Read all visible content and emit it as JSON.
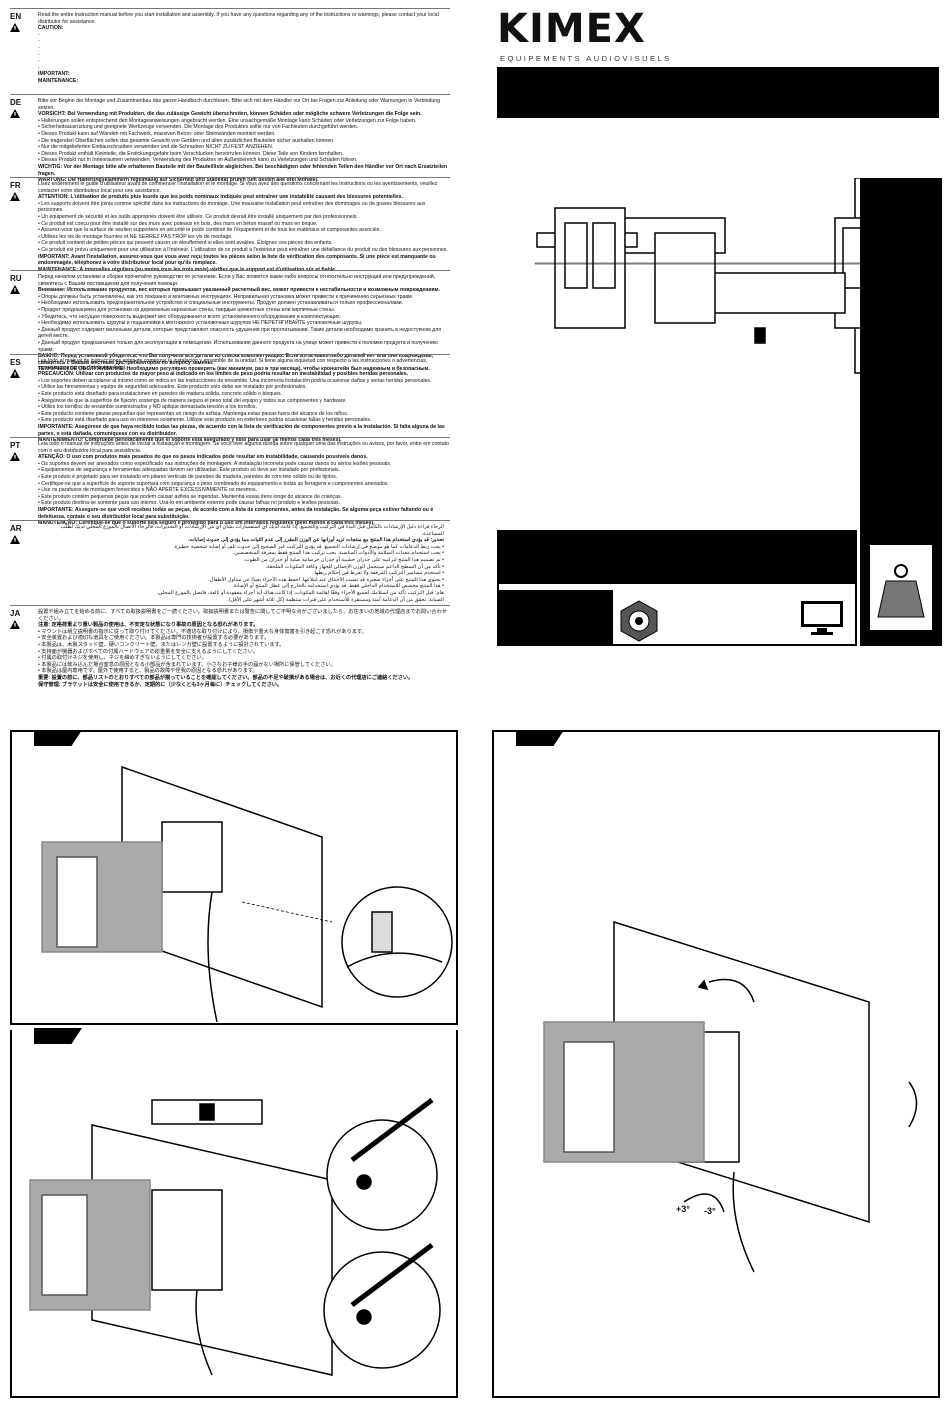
{
  "brand": {
    "name": "KIMEX",
    "tagline": "EQUIPEMENTS AUDIOVISUELS"
  },
  "languages": [
    {
      "code": "EN",
      "lines": [
        "Read the entire instruction manual before you start installation and assembly. If you have any questions regarding any of the instructions or warnings, please contact your local distributor for assistance.",
        "CAUTION:",
        "-",
        "-",
        "-",
        "-",
        "-",
        "-",
        "IMPORTANT:",
        "",
        "MAINTENANCE:"
      ]
    },
    {
      "code": "DE",
      "lines": [
        "Bitte vor Beginn der Montage und Zusammenbau das ganze Handbuch durchlesen. Bitte sich mit dem Händler vor Ort bei Fragen zur Anleitung oder Warnungen in Verbindung setzen.",
        "VORSICHT: Bei Verwendung mit Produkten, die das zulässige Gewicht überschreiten, können Schäden oder mögliche schwere Verletzungen die Folge sein.",
        "• Halterungen sollen entsprechend den Montageanweisungen angebracht werden. Eine unsachgemäße Montage kann Schäden oder Verletzungen zur Folge haben.",
        "• Sicherheitsausrüstung und geeignete Werkzeuge verwenden. Die Montage des Produktes sollte nur von Fachleuten durchgeführt werden.",
        "• Dieses Produkt kann auf Wänden mit Fachwerk, massiven Beton- oder Steinwänden montiert werden.",
        "• Die tragenden Oberflächen sollen das gesamte Gewicht von Geräten und allen zusätzlichen Bauteilen sicher aushalten können.",
        "• Nur die mitgelieferten Einbauschrauben verwenden und die Schrauben NICHT ZU FEST ANZIEHEN.",
        "• Dieses Produkt enthält Kleinteile, die Erstickungsgefahr beim Verschlucken hervorrufen können. Diese Teile von Kindern fernhalten.",
        "• Dieses Produkt nur in Innenräumen verwenden. Verwendung des Produktes im Außenbereich kann zu Verletzungen und Schäden führen.",
        "WICHTIG: Vor der Montage bitte alle erhaltenen Bauteile mit der Bauteilliste abgleichen. Bei beschädigten oder fehlenden Teilen den Händler vor Ort nach Ersatzteilen fragen.",
        "WARTUNG: Die Halterungsklammern regelmäßig auf Sicherheit und Stabilität prüfen (um besten alle drei Monate)."
      ]
    },
    {
      "code": "FR",
      "lines": [
        "Lisez entièrement le guide d'utilisateur avant de commencer l'installation et le montage. Si vous avez des questions concernant les instructions ou les avertissements, veuillez contacter votre distributeur local pour une assistance.",
        "ATTENTION: L'utilisation de produits plus lourds que les poids nominaux indiqués peut entraîner une instabilité causant des blessures potentielles.",
        "• Les supports doivent être joints comme spécifié dans les instructions de montage. Une mauvaise installation peut entraîner des dommages ou de graves blessures aux personnes.",
        "• Un équipement de sécurité et les outils appropriés doivent être utilisés. Ce produit devrait être installé uniquement par des professionnels.",
        "• Ce produit est conçu pour être installé sur des murs avec poteaux en bois, des murs en béton massif ou murs en brique.",
        "• Assurez-vous que la surface de soutien supportera en sécurité le poids combiné de l'équipement et de tous les matériaux et composantes associés.",
        "• Utilisez les vis de montage fournies et NE SERREZ PAS TROP les vis de montage.",
        "• Ce produit contient de petites pièces qui peuvent causer un étouffement si elles sont avalées. Éloignez ces pièces des enfants.",
        "• Ce produit est prévu uniquement pour une utilisation à l'intérieur. L'utilisation de ce produit à l'extérieur peut entraîner une défaillance du produit ou des blessures aux personnes.",
        "IMPORTANT: Avant l'installation, assurez-vous que vous avez reçu toutes les pièces selon la liste de vérification des composants. Si une pièce est manquante ou endommagée, téléphonez à votre distributeur local pour qu'ils remplace.",
        "MAINTENANCE: À intervalles réguliers (au moins tous les trois mois) vérifiez que le support est d'utilisation sûr et fiable."
      ]
    },
    {
      "code": "RU",
      "lines": [
        "Перед началом установки и сборки прочитайте руководство по установке. Если у Вас появятся какие-либо вопросы относительно инструкций или предупреждений, свяжитесь с Вашим поставщиком для получения помощи.",
        "Внимание: Использование продуктов, вес которых превышает указанный расчетный вес, может привести к нестабильности и возможным повреждениям.",
        "• Опоры должны быть установлены, как это показано в монтажных инструкциях. Неправильная установка может привести к причинению серьезных травм.",
        "• Необходимо использовать предохранительное устройство и специальные инструменты. Продукт должен устанавливаться только профессионалами.",
        "• Продукт предназначен для установки на деревянные каркасные стены, твердые цементные стены или кирпичные стены.",
        "• Убедитесь, что несущая поверхность выдержит вес оборудования и всего установленного оборудования и комплектующих.",
        "• Необходимо использовать шурупы и подшипники к монтажного установочных шурупов НЕ ПЕРЕТЯГИВАЙТЕ установочные шурупы.",
        "• Данный продукт содержит маленькие детали, которые представляют опасность удушения при проглатывании. Такие детали необходимо хранить в недоступном для детей месте.",
        "• Данный продукт предназначен только для эксплуатации в помещении. Использование данного продукта на улице может привести к поломке продукта и получению травм.",
        "ВАЖНО: Перед установкой убедитесь, что Вы получили все детали из списка комплектующих. Если из-за каких-либо деталей нет или они повреждены, свяжитесь с Вашим местным дистрибьютором по вопросу замены.",
        "ТЕХНИЧЕСКОЕ ОБСЛУЖИВАНИЕ: Необходимо регулярно проверять (как минимум, раз в три месяца), чтобы кронштейн был надежным и безопасным."
      ]
    },
    {
      "code": "ES",
      "lines": [
        "Lea todo el manual de instrucciones antes de comenzar la instalación y ensamble de la unidad. Si tiene alguna inquietud con respecto a las instrucciones o advertencias, comuníquese con su distribuidor local.",
        "PRECAUCIÓN: Utilizar con productos de mayor peso al indicado en los límites de peso podría resultar en inestabilidad y posibles heridas personales.",
        "• Los soportes deben acoplarse al mismo como se indica en las instrucciones de ensamble. Una incorrecta instalación podría ocasionar daños y serias heridas personales.",
        "• Utilice las herramientas y equipo de seguridad adecuados. Este producto solo debe ser instalado por profesionales.",
        "• Este producto está diseñado para instalaciones en paredes de madera sólida, concreto sólido o bloques.",
        "• Asegúrese de que la superficie de fijación sostenga de manera segura el peso total del equipo y todos sus componentes y hardware.",
        "• Utilice los tornillos de ensamble suministrados y NO aplique demasiada tensión a los tornillos.",
        "• Este producto contiene piezas pequeñas que representan un riesgo de asfixia. Mantenga estas piezas fuera del alcance de los niños.",
        "• Este producto está diseñado para uso en interiores solamente. Utilizar este producto en exteriores podría ocasionar fallas y heridas personales.",
        "IMPORTANTE: Asegúrese de que haya recibido todas las piezas, de acuerdo con la lista de verificación de componentes previo a la instalación. Si falta alguna de las partes, o está dañada, comuníquese con su distribuidor.",
        "MANTENIMIENTO: Compruebe periódicamente que el soporte está asegurado y listo para usar (al menos cada tres meses)."
      ]
    },
    {
      "code": "PT",
      "lines": [
        "Leia todo o manual de instruções antes de iniciar a instalação e montagem. Se você tiver alguma dúvida sobre qualquer uma das instruções ou avisos, por favor, entre em contato com o seu distribuidor local para assistência.",
        "ATENÇÃO: O uso com produtos mais pesados do que os pesos indicados pode resultar em instabilidade, causando possíveis danos.",
        "• Os suportes devem ser anexados como especificado nas instruções de montagem. A instalação incorreta pode causar danos ou sérios lesões pessoais.",
        "• Equipamentos de segurança e ferramentas adequadas devem ser utilizadas. Este produto só deve ser instalado por profissionais.",
        "• Este produto é projetado para ser instalado em pilares verticais de paredes de madeira, paredes de concreto sólido ou de tijolos.",
        "• Certifique-se que a superfície de suporte suportará com segurança o peso combinado do equipamento e todas as ferragens e componentes anexados.",
        "• Use os parafusos de montagem fornecidos e NÃO APERTE EXCESSIVAMENTE os mesmos.",
        "• Este produto contém pequenas peças que podem causar asfixia se ingeridas. Mantenha essas itens longe do alcance de crianças.",
        "• Este produto destina-se somente para uso interno. Usá-lo em ambiente externo pode causar falhas no produto e lesões pessoais.",
        "IMPORTANTE: Assegure-se que você recebeu todas as peças, de acordo com a lista de componentes, antes da instalação. Se alguma peça estiver faltando ou é defeituosa, contate o seu distribuidor local para substituição.",
        "MANUTENÇÃO: Certifique-se que o suporte seja seguro e protegido para o uso em intervalos regulares (pelo menos a cada três meses)."
      ]
    },
    {
      "code": "AR",
      "lines": [
        "الرجاء قراءة دليل الإرشادات بالكامل قبل البدء في التركيب والتجميع. إذا كانت لديك أي استفسارات بشأن أي من الإرشادات أو التحذيرات، فالرجاء الاتصال بالموزع المحلي لديك لطلب المساعدة.",
        "تحذير: قد يؤدي استخدام هذا المنتج مع منتجات تزيد أوزانها عن الوزن المقرر إلى عدم الثبات مما يؤدي إلى حدوث إصابات.",
        "• يجب ربط الدعامات كما هو موضح في إرشادات التجميع. قد يؤدي التركيب غير الصحيح إلى حدوث تلف أو إصابة شخصية خطيرة.",
        "• يجب استخدام معدات السلامة والأدوات المناسبة. يجب تركيب هذا المنتج فقط بمعرفة المتخصصين.",
        "• تم تصميم هذا المنتج لتركيبه على جدران خشبية أو جدران خرسانية صلبة أو جدران من الطوب.",
        "• تأكد من أن السطح الداعم سيتحمل الوزن الإجمالي للجهاز وكافة المكونات الملحقة.",
        "• استخدم مسامير التركيب المرفقة ولا تفرط في إحكام ربطها.",
        "• يحتوي هذا المنتج على أجزاء صغيرة قد تسبب الاختناق عند ابتلاعها. احفظ هذه الأجزاء بعيدًا عن متناول الأطفال.",
        "• هذا المنتج مخصص للاستخدام الداخلي فقط. قد يؤدي استخدامه بالخارج إلى عطل المنتج أو الإصابة.",
        "هام: قبل التركيب تأكد من استلامك لجميع الأجزاء وفقًا لقائمة المكونات. إذا كانت هناك أية أجزاء مفقودة أو تالفة، فاتصل بالموزع المحلي.",
        "الصيانة: تحقق من أن الدعامة آمنة ومستقرة للاستخدام على فترات منتظمة (كل ثلاثة أشهر على الأقل)."
      ]
    },
    {
      "code": "JA",
      "lines": [
        "設置や組み立てを始める前に、すべての取扱説明書をご一読ください。取扱説明書または警告に関してご不明な点がございましたら、お住まいの地域の代理店までお問い合わせください。",
        "注意: 定格荷重より重い製品の使用は、不安定な状態になり事故の原因となる恐れがあります。",
        "• マウントは組立説明書の指示に従って取り付けてください。不適切な取り付けにより、損傷や重大な身体傷害を引き起こす恐れがあります。",
        "• 安全装置および適切な道具をご使用ください。本製品は専門の技術者が設置する必要があります。",
        "• 本製品は、木製スタッド壁、硬いコンクリート壁、またはレンガ壁に設置するように設計されています。",
        "• 支持面が機器およびすべての付属ハードウェアの総重量を安全に支えるようにしてください。",
        "• 付属の取付けネジを使用し、ネジを締めすぎないようにしてください。",
        "• 本製品には飲み込んだ場合窒息の原因となる小部品が含まれています。小さなお子様の手の届かない場所に保管してください。",
        "• 本製品は屋内専用です。屋外で使用すると、製品の故障や怪我の原因となる恐れがあります。",
        "重要: 設置の前に、部品リストのとおりすべての部品が揃っていることを確認してください。部品の不足や破損がある場合は、お近くの代理店にご連絡ください。",
        "保守管理: ブラケットは安全に使用できるか、定期的に（少なくとも3ヶ月毎に）チェックしてください。"
      ]
    }
  ],
  "rotation": {
    "plus": "+3°",
    "minus": "-3°"
  },
  "icons": [
    "weight-icon",
    "no-hands-certificate-icon",
    "tv-screen-icon",
    "tilt-arrow-icon",
    "swivel-arrow-icon",
    "warning-icon"
  ]
}
